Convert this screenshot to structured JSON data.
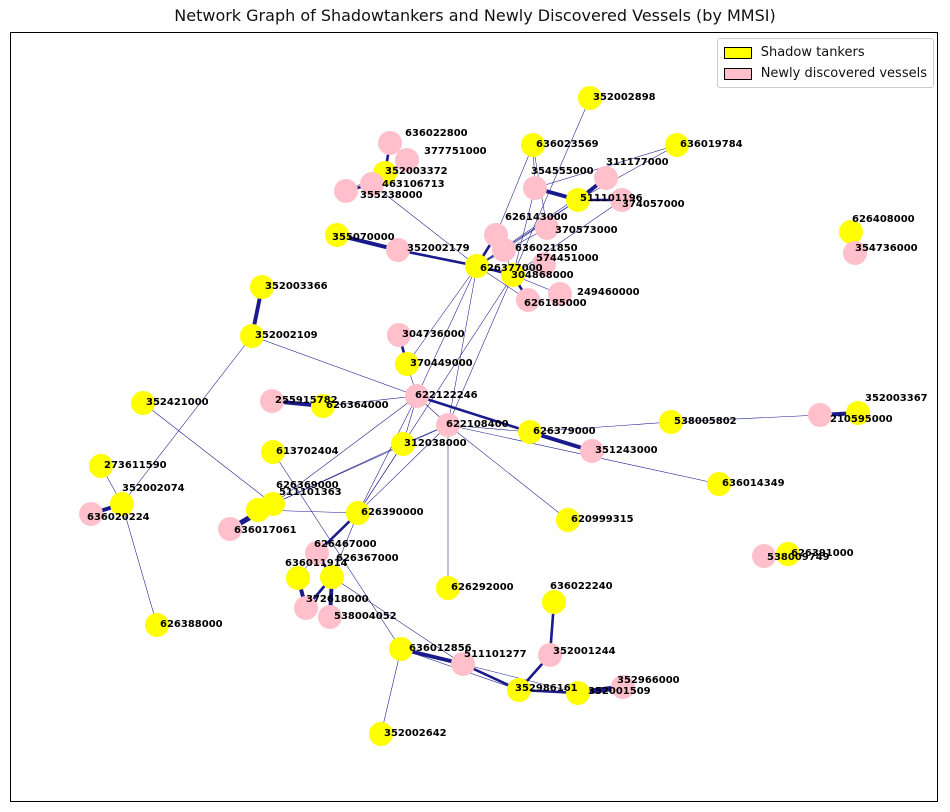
{
  "chart_data": {
    "type": "network",
    "title": "Network Graph of Shadowtankers and Newly Discovered Vessels (by MMSI)",
    "legend": {
      "placement": "top-right",
      "entries": [
        {
          "key": "shadow",
          "label": "Shadow tankers",
          "color": "#ffff00"
        },
        {
          "key": "new",
          "label": "Newly discovered vessels",
          "color": "#ffc0cb"
        }
      ]
    },
    "edge_color": "#1a1a8c",
    "nodes": [
      {
        "id": "352002898",
        "group": "shadow"
      },
      {
        "id": "636023569",
        "group": "shadow"
      },
      {
        "id": "636019784",
        "group": "shadow"
      },
      {
        "id": "636022800",
        "group": "new"
      },
      {
        "id": "377751000",
        "group": "new"
      },
      {
        "id": "352003372",
        "group": "shadow"
      },
      {
        "id": "463106713",
        "group": "new"
      },
      {
        "id": "355238000",
        "group": "new"
      },
      {
        "id": "354555000",
        "group": "new"
      },
      {
        "id": "311177000",
        "group": "new"
      },
      {
        "id": "511101196",
        "group": "shadow"
      },
      {
        "id": "374057000",
        "group": "new"
      },
      {
        "id": "626408000",
        "group": "shadow"
      },
      {
        "id": "354736000",
        "group": "new"
      },
      {
        "id": "626143000",
        "group": "new"
      },
      {
        "id": "370573000",
        "group": "new"
      },
      {
        "id": "636021850",
        "group": "new"
      },
      {
        "id": "355070000",
        "group": "shadow"
      },
      {
        "id": "352002179",
        "group": "new"
      },
      {
        "id": "626377000",
        "group": "shadow"
      },
      {
        "id": "574451000",
        "group": "new"
      },
      {
        "id": "304868000",
        "group": "shadow"
      },
      {
        "id": "249460000",
        "group": "new"
      },
      {
        "id": "626185000",
        "group": "new"
      },
      {
        "id": "352003366",
        "group": "shadow"
      },
      {
        "id": "352002109",
        "group": "shadow"
      },
      {
        "id": "304736000",
        "group": "new"
      },
      {
        "id": "370449000",
        "group": "shadow"
      },
      {
        "id": "352421000",
        "group": "shadow"
      },
      {
        "id": "255915782",
        "group": "new"
      },
      {
        "id": "626364000",
        "group": "shadow"
      },
      {
        "id": "622122246",
        "group": "new"
      },
      {
        "id": "622108400",
        "group": "new"
      },
      {
        "id": "626379000",
        "group": "shadow"
      },
      {
        "id": "538005802",
        "group": "shadow"
      },
      {
        "id": "352003367",
        "group": "shadow"
      },
      {
        "id": "210595000",
        "group": "new"
      },
      {
        "id": "613702404",
        "group": "shadow"
      },
      {
        "id": "312038000",
        "group": "shadow"
      },
      {
        "id": "351243000",
        "group": "new"
      },
      {
        "id": "273611590",
        "group": "shadow"
      },
      {
        "id": "636014349",
        "group": "shadow"
      },
      {
        "id": "352002074",
        "group": "shadow"
      },
      {
        "id": "636020224",
        "group": "new"
      },
      {
        "id": "511101363",
        "group": "shadow"
      },
      {
        "id": "626369000",
        "group": "shadow"
      },
      {
        "id": "626390000",
        "group": "shadow"
      },
      {
        "id": "620999315",
        "group": "shadow"
      },
      {
        "id": "636017061",
        "group": "new"
      },
      {
        "id": "626391000",
        "group": "shadow"
      },
      {
        "id": "538009749",
        "group": "new"
      },
      {
        "id": "626467000",
        "group": "new"
      },
      {
        "id": "636011914",
        "group": "shadow"
      },
      {
        "id": "626367000",
        "group": "shadow"
      },
      {
        "id": "372618000",
        "group": "new"
      },
      {
        "id": "538004052",
        "group": "new"
      },
      {
        "id": "626292000",
        "group": "shadow"
      },
      {
        "id": "626388000",
        "group": "shadow"
      },
      {
        "id": "636022240",
        "group": "shadow"
      },
      {
        "id": "636012856",
        "group": "shadow"
      },
      {
        "id": "511101277",
        "group": "new"
      },
      {
        "id": "352001244",
        "group": "new"
      },
      {
        "id": "352966000",
        "group": "new"
      },
      {
        "id": "352986161",
        "group": "shadow"
      },
      {
        "id": "352001509",
        "group": "shadow"
      },
      {
        "id": "352002642",
        "group": "shadow"
      }
    ],
    "edges": [
      {
        "source": "352002898",
        "target": "304868000",
        "weight": 1
      },
      {
        "source": "636023569",
        "target": "354555000",
        "weight": 1
      },
      {
        "source": "636023569",
        "target": "626143000",
        "weight": 1
      },
      {
        "source": "636023569",
        "target": "370573000",
        "weight": 1
      },
      {
        "source": "636019784",
        "target": "511101196",
        "weight": 1
      },
      {
        "source": "636019784",
        "target": "354555000",
        "weight": 1
      },
      {
        "source": "636022800",
        "target": "352003372",
        "weight": 2
      },
      {
        "source": "377751000",
        "target": "352003372",
        "weight": 1
      },
      {
        "source": "352003372",
        "target": "463106713",
        "weight": 1
      },
      {
        "source": "463106713",
        "target": "355238000",
        "weight": 2
      },
      {
        "source": "352003372",
        "target": "355238000",
        "weight": 1
      },
      {
        "source": "463106713",
        "target": "626377000",
        "weight": 1
      },
      {
        "source": "354555000",
        "target": "511101196",
        "weight": 3
      },
      {
        "source": "311177000",
        "target": "511101196",
        "weight": 3
      },
      {
        "source": "511101196",
        "target": "374057000",
        "weight": 2
      },
      {
        "source": "354555000",
        "target": "304868000",
        "weight": 1
      },
      {
        "source": "511101196",
        "target": "626377000",
        "weight": 1
      },
      {
        "source": "511101196",
        "target": "636021850",
        "weight": 1
      },
      {
        "source": "311177000",
        "target": "626377000",
        "weight": 1
      },
      {
        "source": "374057000",
        "target": "304868000",
        "weight": 1
      },
      {
        "source": "626408000",
        "target": "354736000",
        "weight": 1
      },
      {
        "source": "626143000",
        "target": "626377000",
        "weight": 2
      },
      {
        "source": "370573000",
        "target": "626377000",
        "weight": 1
      },
      {
        "source": "636021850",
        "target": "626377000",
        "weight": 1
      },
      {
        "source": "636021850",
        "target": "304868000",
        "weight": 1
      },
      {
        "source": "355070000",
        "target": "352002179",
        "weight": 3
      },
      {
        "source": "352002179",
        "target": "626377000",
        "weight": 2
      },
      {
        "source": "626377000",
        "target": "304868000",
        "weight": 2
      },
      {
        "source": "574451000",
        "target": "304868000",
        "weight": 1
      },
      {
        "source": "304868000",
        "target": "626185000",
        "weight": 2
      },
      {
        "source": "304868000",
        "target": "249460000",
        "weight": 1
      },
      {
        "source": "626377000",
        "target": "626185000",
        "weight": 1
      },
      {
        "source": "626377000",
        "target": "370449000",
        "weight": 1
      },
      {
        "source": "626377000",
        "target": "622122246",
        "weight": 1
      },
      {
        "source": "626377000",
        "target": "622108400",
        "weight": 1
      },
      {
        "source": "304868000",
        "target": "622108400",
        "weight": 1
      },
      {
        "source": "304868000",
        "target": "626390000",
        "weight": 1
      },
      {
        "source": "352003366",
        "target": "352002109",
        "weight": 3
      },
      {
        "source": "352002109",
        "target": "622122246",
        "weight": 1
      },
      {
        "source": "352002109",
        "target": "352002074",
        "weight": 1
      },
      {
        "source": "304736000",
        "target": "370449000",
        "weight": 2
      },
      {
        "source": "370449000",
        "target": "622122246",
        "weight": 1
      },
      {
        "source": "352421000",
        "target": "511101363",
        "weight": 1
      },
      {
        "source": "255915782",
        "target": "626364000",
        "weight": 3
      },
      {
        "source": "626364000",
        "target": "622122246",
        "weight": 1
      },
      {
        "source": "622122246",
        "target": "622108400",
        "weight": 1
      },
      {
        "source": "622122246",
        "target": "626379000",
        "weight": 2
      },
      {
        "source": "622122246",
        "target": "312038000",
        "weight": 1
      },
      {
        "source": "622122246",
        "target": "626390000",
        "weight": 1
      },
      {
        "source": "622122246",
        "target": "511101363",
        "weight": 1
      },
      {
        "source": "622108400",
        "target": "626379000",
        "weight": 1
      },
      {
        "source": "622108400",
        "target": "636014349",
        "weight": 1
      },
      {
        "source": "622108400",
        "target": "620999315",
        "weight": 1
      },
      {
        "source": "622108400",
        "target": "626292000",
        "weight": 1
      },
      {
        "source": "622108400",
        "target": "312038000",
        "weight": 1
      },
      {
        "source": "622108400",
        "target": "626467000",
        "weight": 1
      },
      {
        "source": "622108400",
        "target": "511101363",
        "weight": 1
      },
      {
        "source": "626379000",
        "target": "351243000",
        "weight": 3
      },
      {
        "source": "626379000",
        "target": "538005802",
        "weight": 1
      },
      {
        "source": "538005802",
        "target": "210595000",
        "weight": 1
      },
      {
        "source": "210595000",
        "target": "352003367",
        "weight": 3
      },
      {
        "source": "613702404",
        "target": "636012856",
        "weight": 1
      },
      {
        "source": "312038000",
        "target": "626390000",
        "weight": 1
      },
      {
        "source": "312038000",
        "target": "511101363",
        "weight": 1
      },
      {
        "source": "273611590",
        "target": "352002074",
        "weight": 1
      },
      {
        "source": "352002074",
        "target": "636020224",
        "weight": 3
      },
      {
        "source": "352002074",
        "target": "626388000",
        "weight": 1
      },
      {
        "source": "511101363",
        "target": "636017061",
        "weight": 4
      },
      {
        "source": "511101363",
        "target": "626369000",
        "weight": 2
      },
      {
        "source": "626369000",
        "target": "626390000",
        "weight": 1
      },
      {
        "source": "626390000",
        "target": "626467000",
        "weight": 2
      },
      {
        "source": "626467000",
        "target": "636011914",
        "weight": 1
      },
      {
        "source": "626467000",
        "target": "626367000",
        "weight": 2
      },
      {
        "source": "636011914",
        "target": "372618000",
        "weight": 3
      },
      {
        "source": "626367000",
        "target": "372618000",
        "weight": 2
      },
      {
        "source": "626367000",
        "target": "538004052",
        "weight": 3
      },
      {
        "source": "626367000",
        "target": "511101277",
        "weight": 1
      },
      {
        "source": "626390000",
        "target": "626367000",
        "weight": 1
      },
      {
        "source": "626391000",
        "target": "538009749",
        "weight": 1
      },
      {
        "source": "636022240",
        "target": "352001244",
        "weight": 2
      },
      {
        "source": "636012856",
        "target": "511101277",
        "weight": 3
      },
      {
        "source": "636012856",
        "target": "352986161",
        "weight": 1
      },
      {
        "source": "636012856",
        "target": "352002642",
        "weight": 1
      },
      {
        "source": "511101277",
        "target": "352986161",
        "weight": 2
      },
      {
        "source": "352001244",
        "target": "352986161",
        "weight": 2
      },
      {
        "source": "352986161",
        "target": "352001509",
        "weight": 2
      },
      {
        "source": "352001509",
        "target": "352966000",
        "weight": 4
      },
      {
        "source": "511101277",
        "target": "352001509",
        "weight": 1
      }
    ]
  }
}
